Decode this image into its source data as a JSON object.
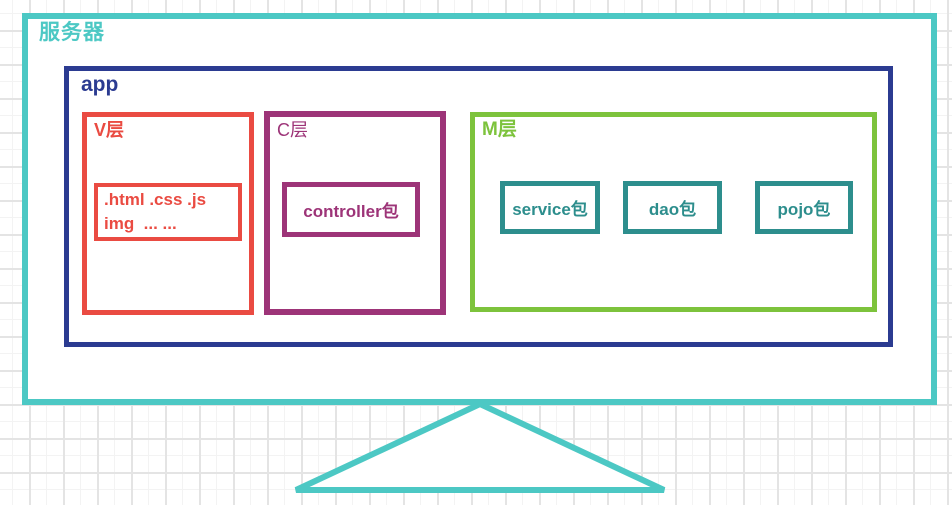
{
  "diagram": {
    "server": {
      "label": "服务器"
    },
    "app": {
      "label": "app"
    },
    "v_layer": {
      "label": "V层",
      "files_line1": ".html .css .js",
      "files_line2": "img  ... ..."
    },
    "c_layer": {
      "label": "C层",
      "controller_box": "controller包"
    },
    "m_layer": {
      "label": "M层",
      "packages": [
        "service包",
        "dao包",
        "pojo包"
      ]
    }
  },
  "colors": {
    "server_cyan": "#4cc8c4",
    "app_navy": "#2b3b91",
    "v_red": "#ea4b42",
    "c_purple": "#9d3478",
    "m_green": "#7dc33c",
    "package_teal": "#2d8e8d",
    "grid_major": "#e4e4e4",
    "grid_minor": "#f3f3f3"
  }
}
